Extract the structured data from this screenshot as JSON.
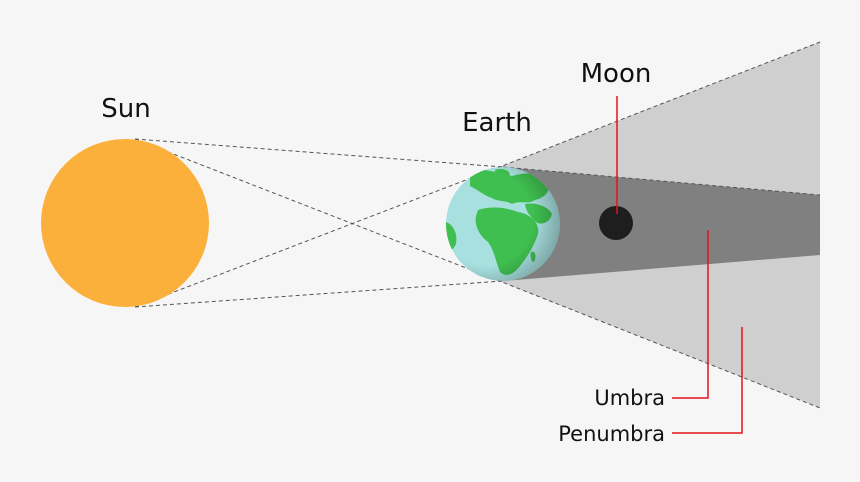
{
  "labels": {
    "sun": "Sun",
    "earth": "Earth",
    "moon": "Moon",
    "umbra": "Umbra",
    "penumbra": "Penumbra"
  },
  "colors": {
    "background": "#f6f6f6",
    "sun": "#fbb03b",
    "earth_ocean": "#a8e0e0",
    "earth_land": "#3fbf4f",
    "moon": "#1e1e1e",
    "umbra": "#808080",
    "penumbra": "#cfcfcf",
    "leader_line": "#e0141c",
    "ray_line": "#555555"
  }
}
